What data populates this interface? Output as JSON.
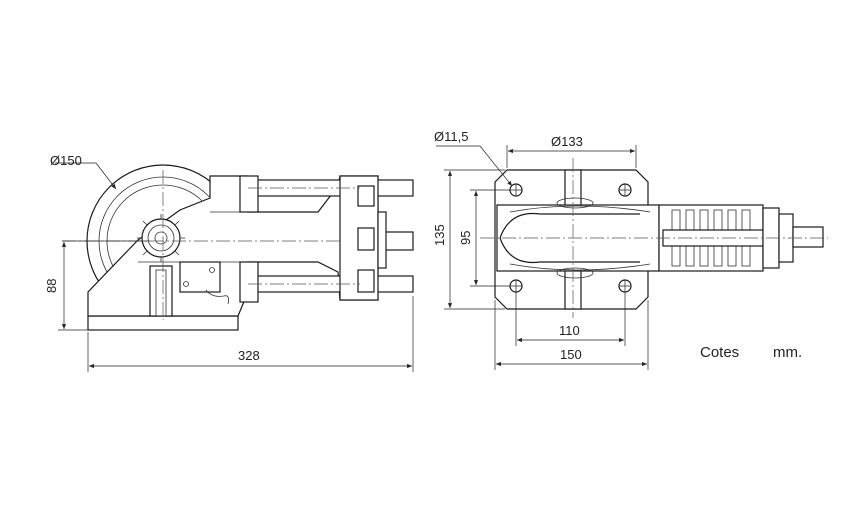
{
  "side_view": {
    "diameter_label": "Ø150",
    "length_label": "328",
    "height_label": "88"
  },
  "front_view": {
    "hole_label": "Ø11,5",
    "bolt_circle_label": "Ø133",
    "outer_height_label": "135",
    "inner_height_label": "95",
    "inner_width_label": "110",
    "outer_width_label": "150"
  },
  "units_note": {
    "word": "Cotes",
    "unit": "mm."
  }
}
